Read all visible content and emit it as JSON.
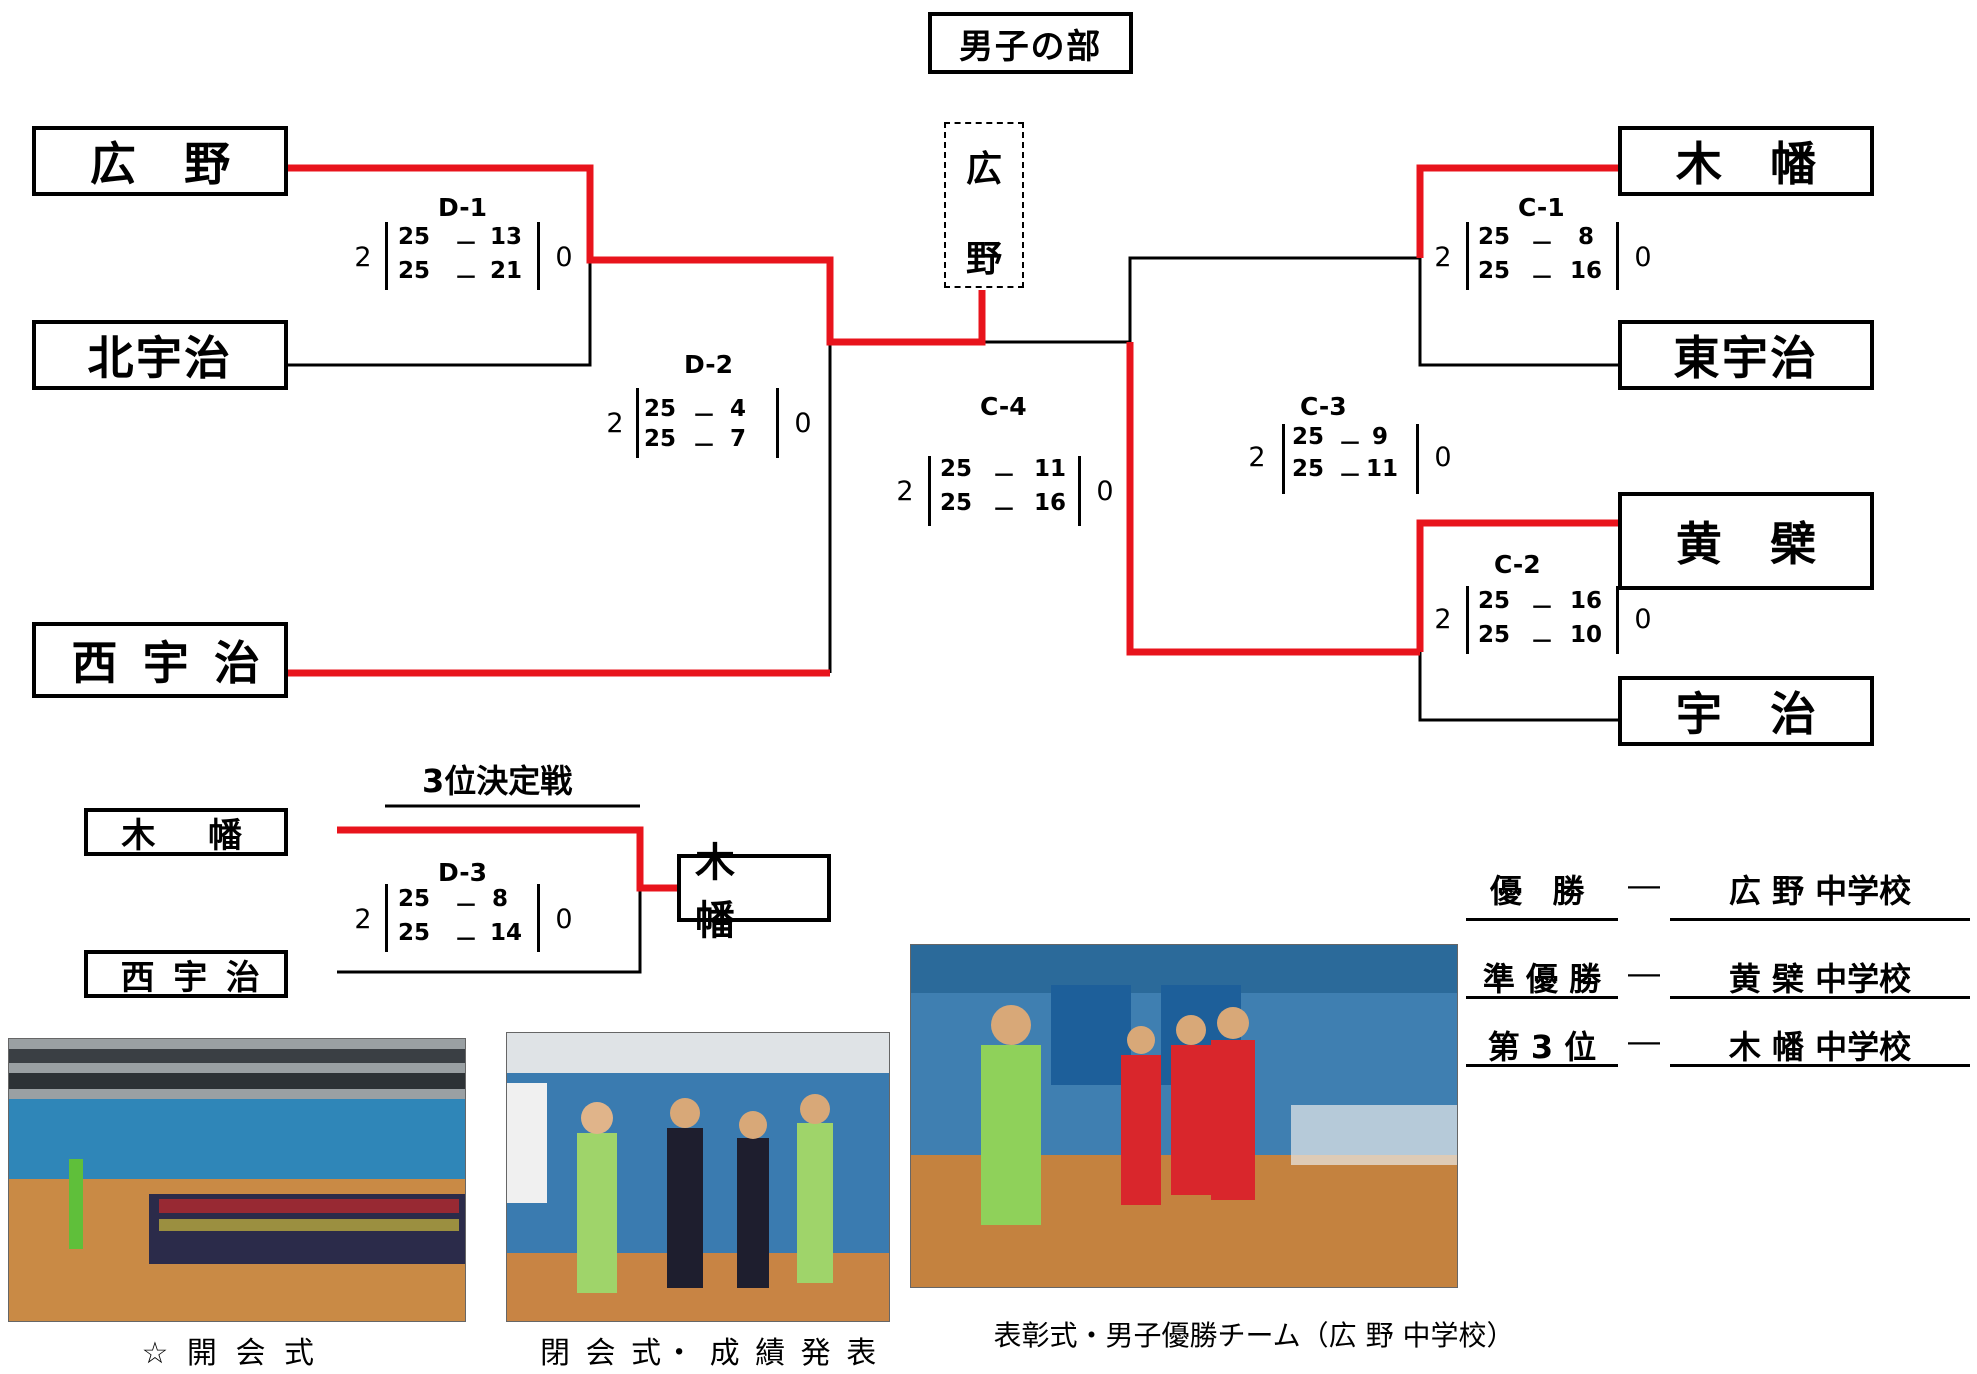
{
  "title": "男子の部",
  "champion_vertical": [
    "広",
    "野"
  ],
  "teams": {
    "hirono": "広 野",
    "kitauji": "北宇治",
    "nishiuji": "西 宇 治",
    "kowata": "木 幡",
    "higashiuji": "東宇治",
    "obaku": "黄 檗",
    "uji": "宇 治"
  },
  "matches": {
    "d1": {
      "label": "D-1",
      "left": "2",
      "right": "0",
      "s1a": "25",
      "s1b": "13",
      "s2a": "25",
      "s2b": "21"
    },
    "d2": {
      "label": "D-2",
      "left": "2",
      "right": "0",
      "s1a": "25",
      "s1b": "4",
      "s2a": "25",
      "s2b": "7"
    },
    "c4": {
      "label": "C-4",
      "left": "2",
      "right": "0",
      "s1a": "25",
      "s1b": "11",
      "s2a": "25",
      "s2b": "16"
    },
    "c1": {
      "label": "C-1",
      "left": "2",
      "right": "0",
      "s1a": "25",
      "s1b": "8",
      "s2a": "25",
      "s2b": "16"
    },
    "c3": {
      "label": "C-3",
      "left": "2",
      "right": "0",
      "s1a": "25",
      "s1b": "9",
      "s2a": "25",
      "s2b": "11"
    },
    "c2": {
      "label": "C-2",
      "left": "2",
      "right": "0",
      "s1a": "25",
      "s1b": "16",
      "s2a": "25",
      "s2b": "10"
    },
    "d3": {
      "label": "D-3",
      "left": "2",
      "right": "0",
      "s1a": "25",
      "s1b": "8",
      "s2a": "25",
      "s2b": "14"
    }
  },
  "dash": "－",
  "third_place": {
    "title": "3位決定戦",
    "team_a": "木 幡",
    "team_b": "西 宇 治",
    "winner": "木 幡"
  },
  "results": [
    {
      "rank": "優 勝",
      "school": "広 野 中学校"
    },
    {
      "rank": "準 優 勝",
      "school": "黄 檗 中学校"
    },
    {
      "rank": "第 3 位",
      "school": "木 幡 中学校"
    }
  ],
  "result_dash": "―",
  "captions": {
    "opening": "☆ 開 会 式",
    "closing": "閉 会 式・ 成 績 発 表",
    "award": "表彰式・男子優勝チーム（広 野 中学校）"
  },
  "colors": {
    "win_line": "#e8141c",
    "line": "#000000"
  }
}
